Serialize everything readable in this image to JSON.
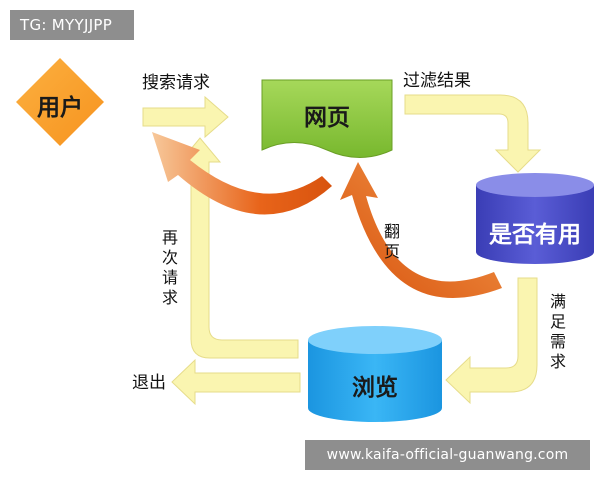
{
  "watermark_top": "TG: MYYJJPP",
  "watermark_bottom": "www.kaifa-official-guanwang.com",
  "nodes": {
    "user": "用户",
    "webpage": "网页",
    "useful": "是否有用",
    "browse": "浏览"
  },
  "edges": {
    "search_request": "搜索请求",
    "filter_result": "过滤结果",
    "page_turn": "翻页",
    "satisfy_need": "满足需求",
    "request_again": "再次请求",
    "exit": "退出"
  },
  "colors": {
    "user_fill": "#f7931e",
    "webpage_fill": "#8cc63e",
    "useful_fill": "#4c4fc7",
    "browse_fill": "#1fa3ee",
    "arrow_yellow": "#faf5b0",
    "arrow_orange": "#e8641a",
    "watermark_bg": "#8e8e8e"
  }
}
